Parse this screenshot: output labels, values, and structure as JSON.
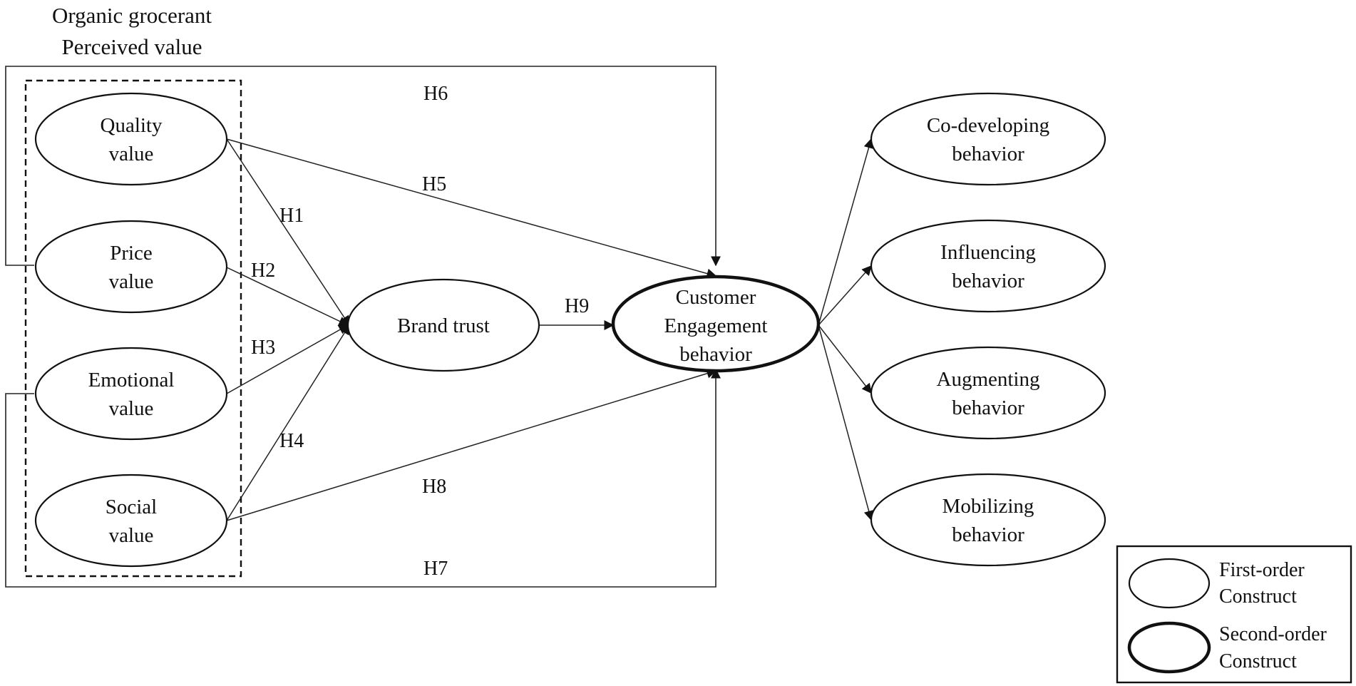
{
  "title_lines": [
    "Organic grocerant",
    "Perceived value"
  ],
  "nodes": {
    "quality": [
      "Quality",
      "value"
    ],
    "price": [
      "Price",
      "value"
    ],
    "emotional": [
      "Emotional",
      "value"
    ],
    "social": [
      "Social",
      "value"
    ],
    "brand_trust": [
      "Brand trust"
    ],
    "ceb": [
      "Customer",
      "Engagement",
      "behavior"
    ],
    "codev": [
      "Co-developing",
      "behavior"
    ],
    "influencing": [
      "Influencing",
      "behavior"
    ],
    "augmenting": [
      "Augmenting",
      "behavior"
    ],
    "mobilizing": [
      "Mobilizing",
      "behavior"
    ]
  },
  "hypotheses": {
    "h1": "H1",
    "h2": "H2",
    "h3": "H3",
    "h4": "H4",
    "h5": "H5",
    "h6": "H6",
    "h7": "H7",
    "h8": "H8",
    "h9": "H9"
  },
  "legend": {
    "first_order": [
      "First-order",
      "Construct"
    ],
    "second_order": [
      "Second-order",
      "Construct"
    ]
  }
}
